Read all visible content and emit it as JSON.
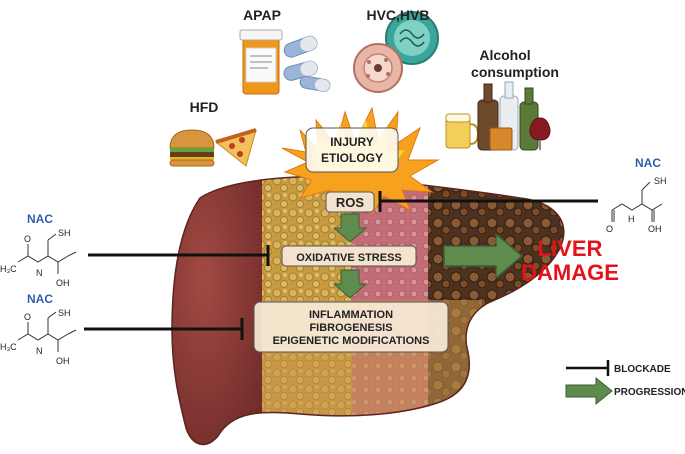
{
  "causes": {
    "apap": "APAP",
    "virus": "HVC,HVB",
    "alcohol_line1": "Alcohol",
    "alcohol_line2": "consumption",
    "hfd": "HFD"
  },
  "injury": {
    "line1": "INJURY",
    "line2": "ETIOLOGY"
  },
  "pathway": {
    "ros": "ROS",
    "oxidative_stress": "OXIDATIVE STRESS",
    "outcome_line1": "INFLAMMATION",
    "outcome_line2": "FIBROGENESIS",
    "outcome_line3": "EPIGENETIC MODIFICATIONS"
  },
  "result": {
    "line1": "LIVER",
    "line2": "DAMAGE"
  },
  "nac": {
    "label": "NAC",
    "sh": "SH",
    "h3c": "H₃C",
    "n": "N",
    "h": "H",
    "o": "O",
    "oh": "OH"
  },
  "legend": {
    "blockade": "BLOCKADE",
    "progression": "PROGRESSION"
  },
  "colors": {
    "arrow_green": "#5e8b4e",
    "liver_damage_red": "#e3131b",
    "nac_blue": "#2f5fa8",
    "liver_healthy": "#8a3a36",
    "liver_fatty": "#c9a24a",
    "liver_fibrotic": "#c06a72",
    "liver_cirrhotic": "#5a3a22"
  }
}
